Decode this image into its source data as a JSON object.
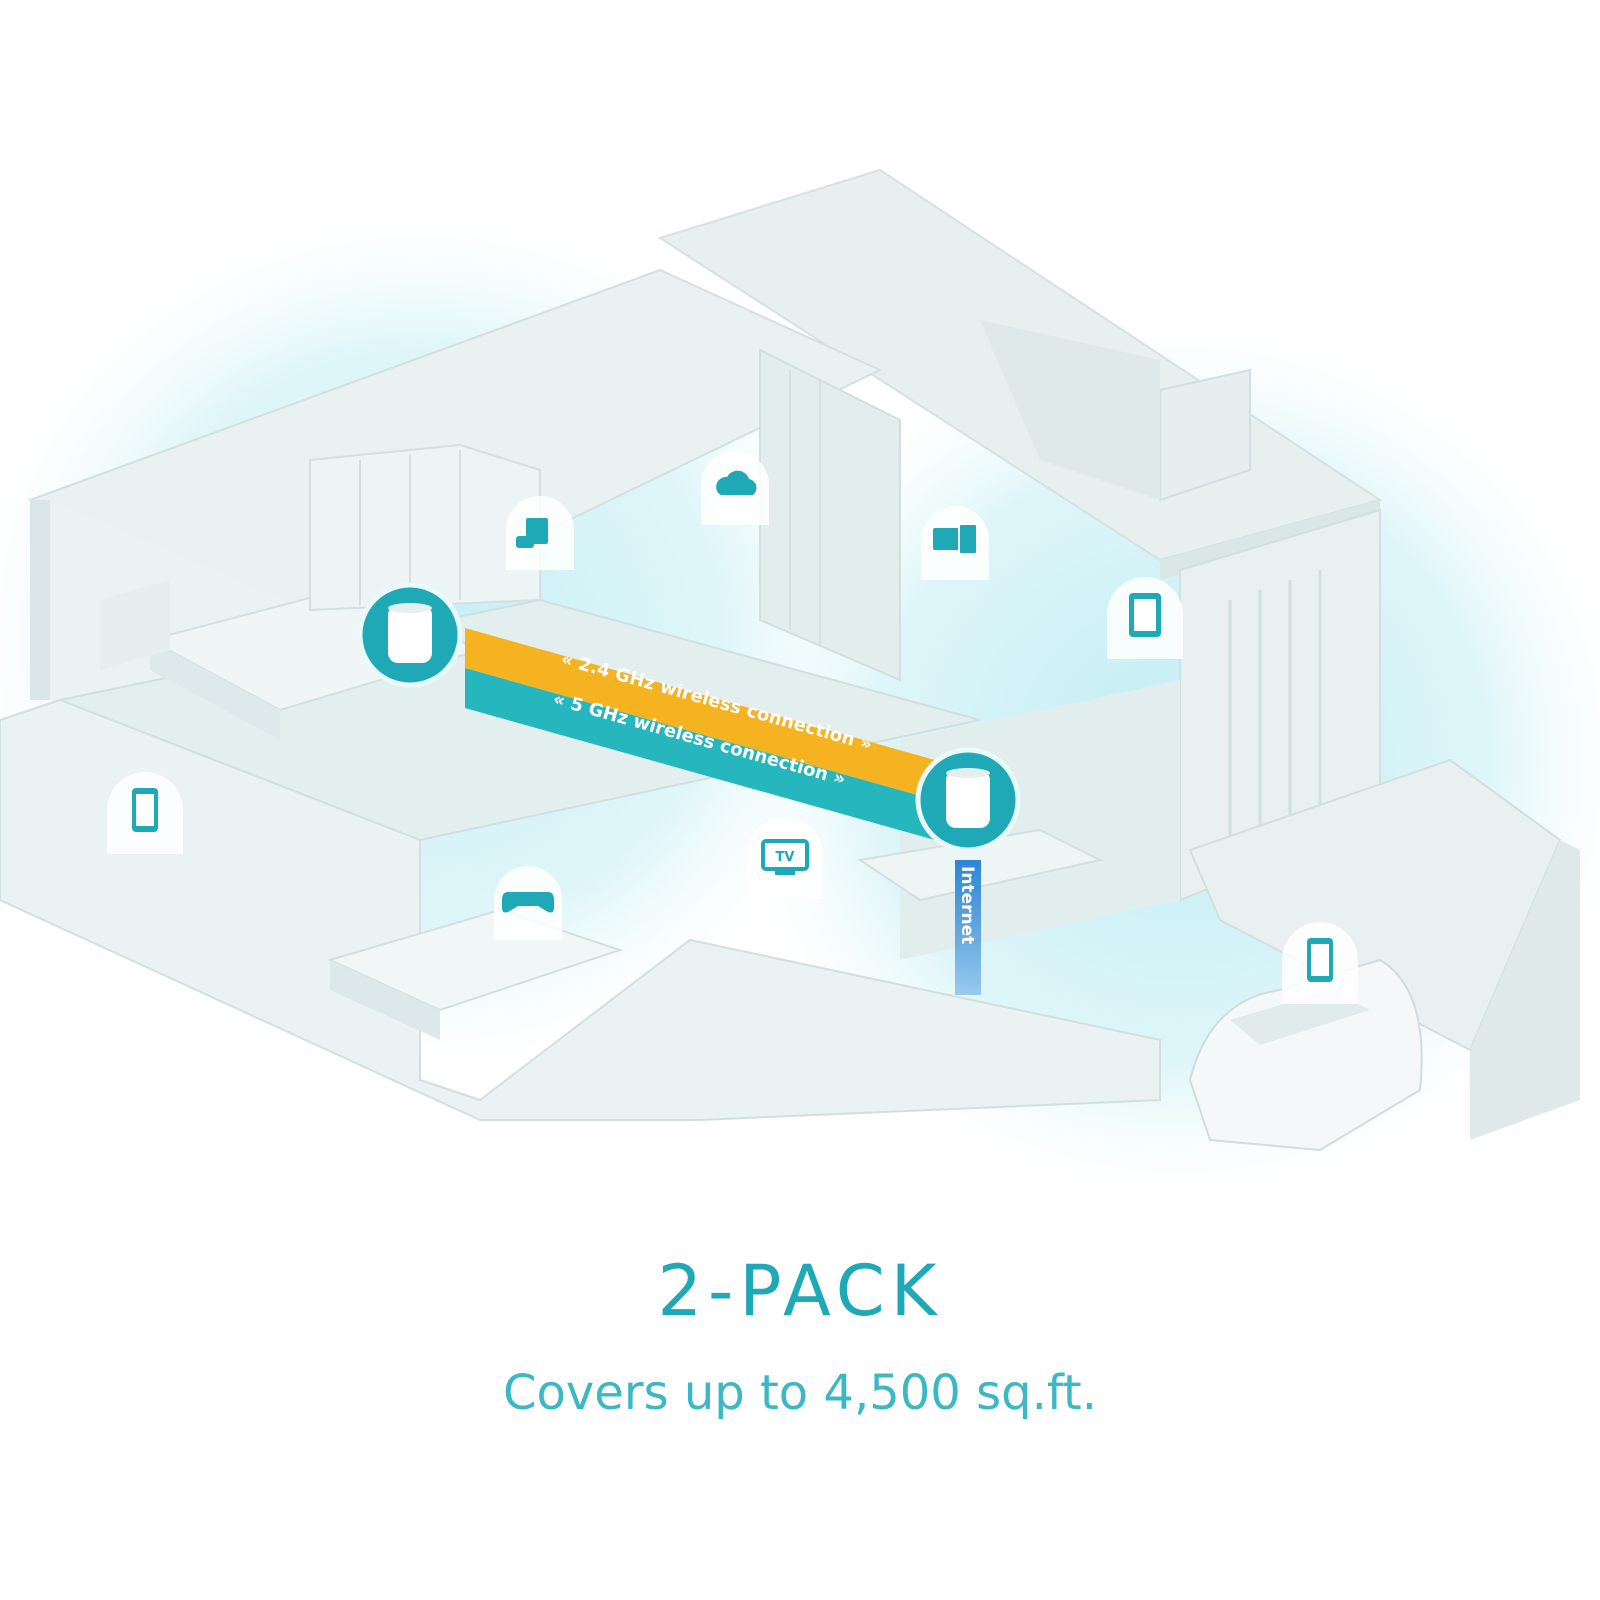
{
  "colors": {
    "accent": "#1fa8b6",
    "band_yellow": "#f5b321",
    "band_teal": "#25b6be",
    "internet_blue": "#2a86d8",
    "house": "#eef4f5",
    "house_shadow": "#d9e6e8",
    "coverage": "#9fe1ea"
  },
  "diagram": {
    "band_24": "« 2.4 GHz wireless connection »",
    "band_5": "« 5 GHz wireless connection »",
    "internet": "Internet",
    "tv_label": "TV",
    "device_icons": [
      "game-console-icon",
      "cloud-storage-icon",
      "monitor-icon",
      "tablet-icon",
      "phone-icon",
      "gamepad-icon",
      "tv-icon",
      "phone-icon"
    ]
  },
  "headline": "2-PACK",
  "subline": "Covers up to 4,500 sq.ft."
}
